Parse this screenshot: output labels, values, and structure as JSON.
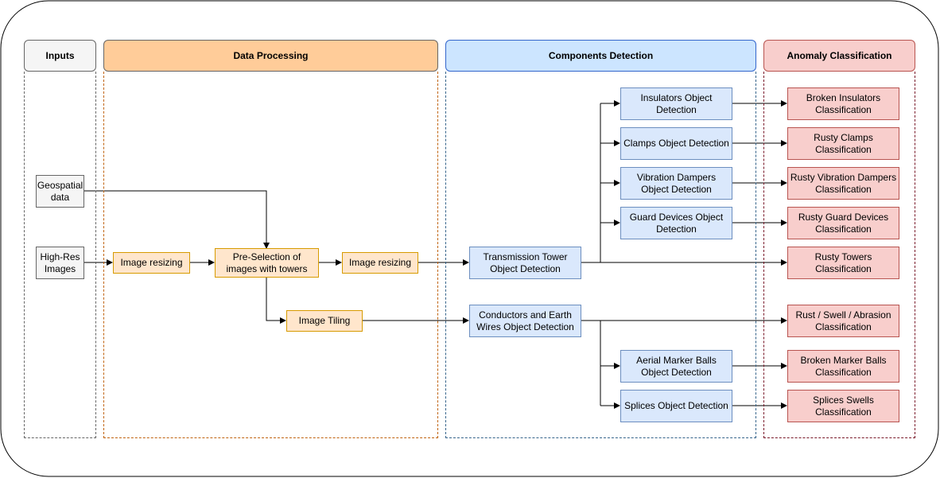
{
  "lanes": {
    "inputs": "Inputs",
    "processing": "Data Processing",
    "components": "Components Detection",
    "anomaly": "Anomaly Classification"
  },
  "inputs": {
    "geospatial": "Geospatial data",
    "highres": "High-Res Images"
  },
  "processing": {
    "resize1": "Image resizing",
    "preselect": "Pre-Selection of images with towers",
    "resize2": "Image resizing",
    "tiling": "Image Tiling"
  },
  "components": {
    "tower": "Transmission Tower Object Detection",
    "conductors": "Conductors and Earth Wires Object Detection",
    "insulators": "Insulators Object Detection",
    "clamps": "Clamps Object Detection",
    "dampers": "Vibration Dampers Object Detection",
    "guard": "Guard Devices Object Detection",
    "marker": "Aerial Marker Balls Object Detection",
    "splices": "Splices Object Detection"
  },
  "anomaly": {
    "broken_insulators": "Broken Insulators Classification",
    "rusty_clamps": "Rusty Clamps Classification",
    "rusty_dampers": "Rusty Vibration Dampers Classification",
    "rusty_guard": "Rusty Guard Devices Classification",
    "rusty_towers": "Rusty Towers Classification",
    "rust_swell": "Rust / Swell / Abrasion Classification",
    "broken_marker": "Broken Marker Balls Classification",
    "splices_swells": "Splices Swells Classification"
  },
  "colors": {
    "inputs_fill": "#f5f5f5",
    "processing_fill": "#ffcc99",
    "processing_box": "#ffe6cc",
    "processing_stroke": "#d79b00",
    "components_fill": "#dae8fc",
    "components_header": "#cce5ff",
    "components_stroke": "#6c8ebf",
    "anomaly_fill": "#f8cecc",
    "anomaly_stroke": "#b85450"
  }
}
